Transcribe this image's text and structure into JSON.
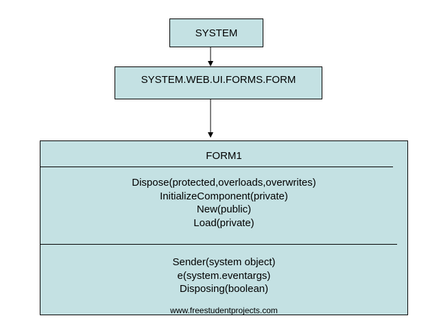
{
  "classes": {
    "system": {
      "label": "SYSTEM"
    },
    "form": {
      "label": "SYSTEM.WEB.UI.FORMS.FORM"
    },
    "form1": {
      "label": "FORM1",
      "methods": [
        "Dispose(protected,overloads,overwrites)",
        "InitializeComponent(private)",
        "New(public)",
        "Load(private)"
      ],
      "fields": [
        "Sender(system object)",
        "e(system.eventargs)",
        "Disposing(boolean)"
      ]
    }
  },
  "watermark": "www.freestudentprojects.com",
  "colors": {
    "box_fill": "#c4e1e3",
    "line": "#000000"
  }
}
